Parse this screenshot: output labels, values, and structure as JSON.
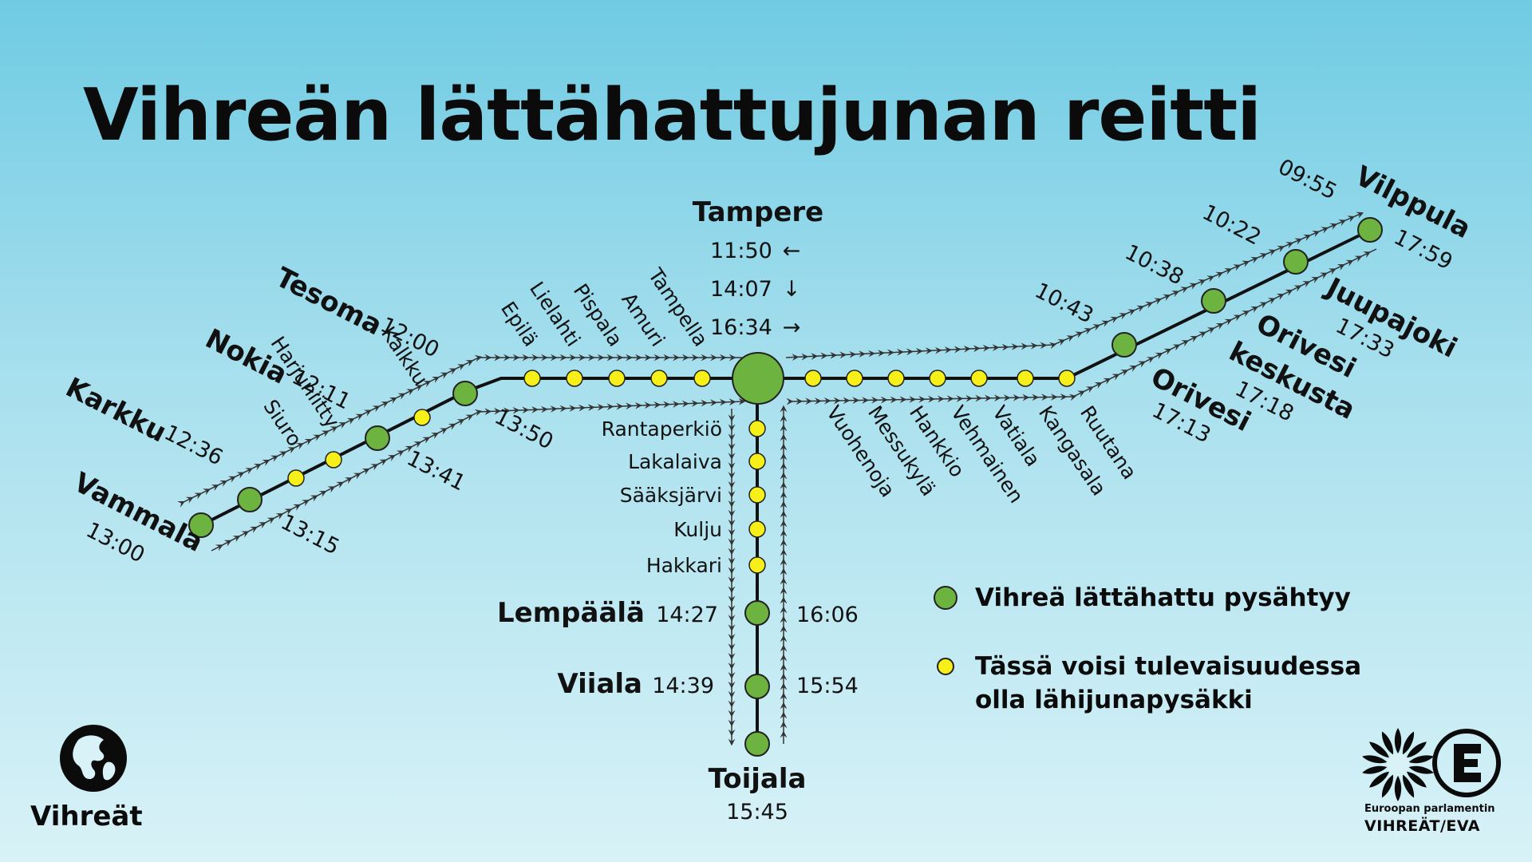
{
  "title": "Vihreän lättähattujunan reitti",
  "colors": {
    "main_stop": "#6db33f",
    "future_stop": "#f7ef1a",
    "track": "#111111",
    "background_top": "#6fcbe3",
    "background_bottom": "#d8f2f7"
  },
  "tampere": {
    "name": "Tampere",
    "times": [
      {
        "time": "11:50",
        "arrow": "←"
      },
      {
        "time": "14:07",
        "arrow": "↓"
      },
      {
        "time": "16:34",
        "arrow": "→"
      }
    ]
  },
  "west": {
    "main_stops": [
      {
        "name": "Tesoma",
        "time_out": "12:00",
        "time_back": "13:50"
      },
      {
        "name": "Nokia",
        "time_out": "12:11",
        "time_back": "13:41"
      },
      {
        "name": "Karkku",
        "time_out": "12:36",
        "time_back": "13:15"
      },
      {
        "name": "Vammala",
        "time": "13:00"
      }
    ],
    "future_stops": [
      "Tampella",
      "Amuri",
      "Pispala",
      "Lielahti",
      "Epilä",
      "Kalkku",
      "Harjuniitty",
      "Siuro"
    ]
  },
  "south": {
    "future_stops": [
      "Rantaperkiö",
      "Lakalaiva",
      "Sääksjärvi",
      "Kulju",
      "Hakkari"
    ],
    "main_stops": [
      {
        "name": "Lempäälä",
        "time_out": "14:27",
        "time_back": "16:06"
      },
      {
        "name": "Viiala",
        "time_out": "14:39",
        "time_back": "15:54"
      },
      {
        "name": "Toijala",
        "time": "15:45"
      }
    ]
  },
  "east": {
    "future_stops": [
      "Vuohenoja",
      "Messukylä",
      "Hankkio",
      "Vehmainen",
      "Vatiala",
      "Kangasala",
      "Ruutana"
    ],
    "main_stops": [
      {
        "name": "Orivesi",
        "time_out": "17:13",
        "time_back": "10:43"
      },
      {
        "name": "Orivesi keskusta",
        "name_lines": [
          "Orivesi",
          "keskusta"
        ],
        "time_out": "17:18",
        "time_back": "10:38"
      },
      {
        "name": "Juupajoki",
        "time_out": "17:33",
        "time_back": "10:22"
      },
      {
        "name": "Vilppula",
        "time_out": "17:59",
        "time_back": "09:55"
      }
    ]
  },
  "legend": [
    {
      "kind": "main_stop",
      "text": "Vihreä lättähattu pysähtyy"
    },
    {
      "kind": "future_stop",
      "lines": [
        "Tässä voisi tulevaisuudessa",
        "olla lähijunapysäkki"
      ]
    }
  ],
  "logos": {
    "left": {
      "icon": "globe-face-icon",
      "text": "Vihreät"
    },
    "right": {
      "icon": "sunflower-e-icon",
      "line1": "Euroopan parlamentin",
      "line2": "VIHREÄT/EVA"
    }
  }
}
